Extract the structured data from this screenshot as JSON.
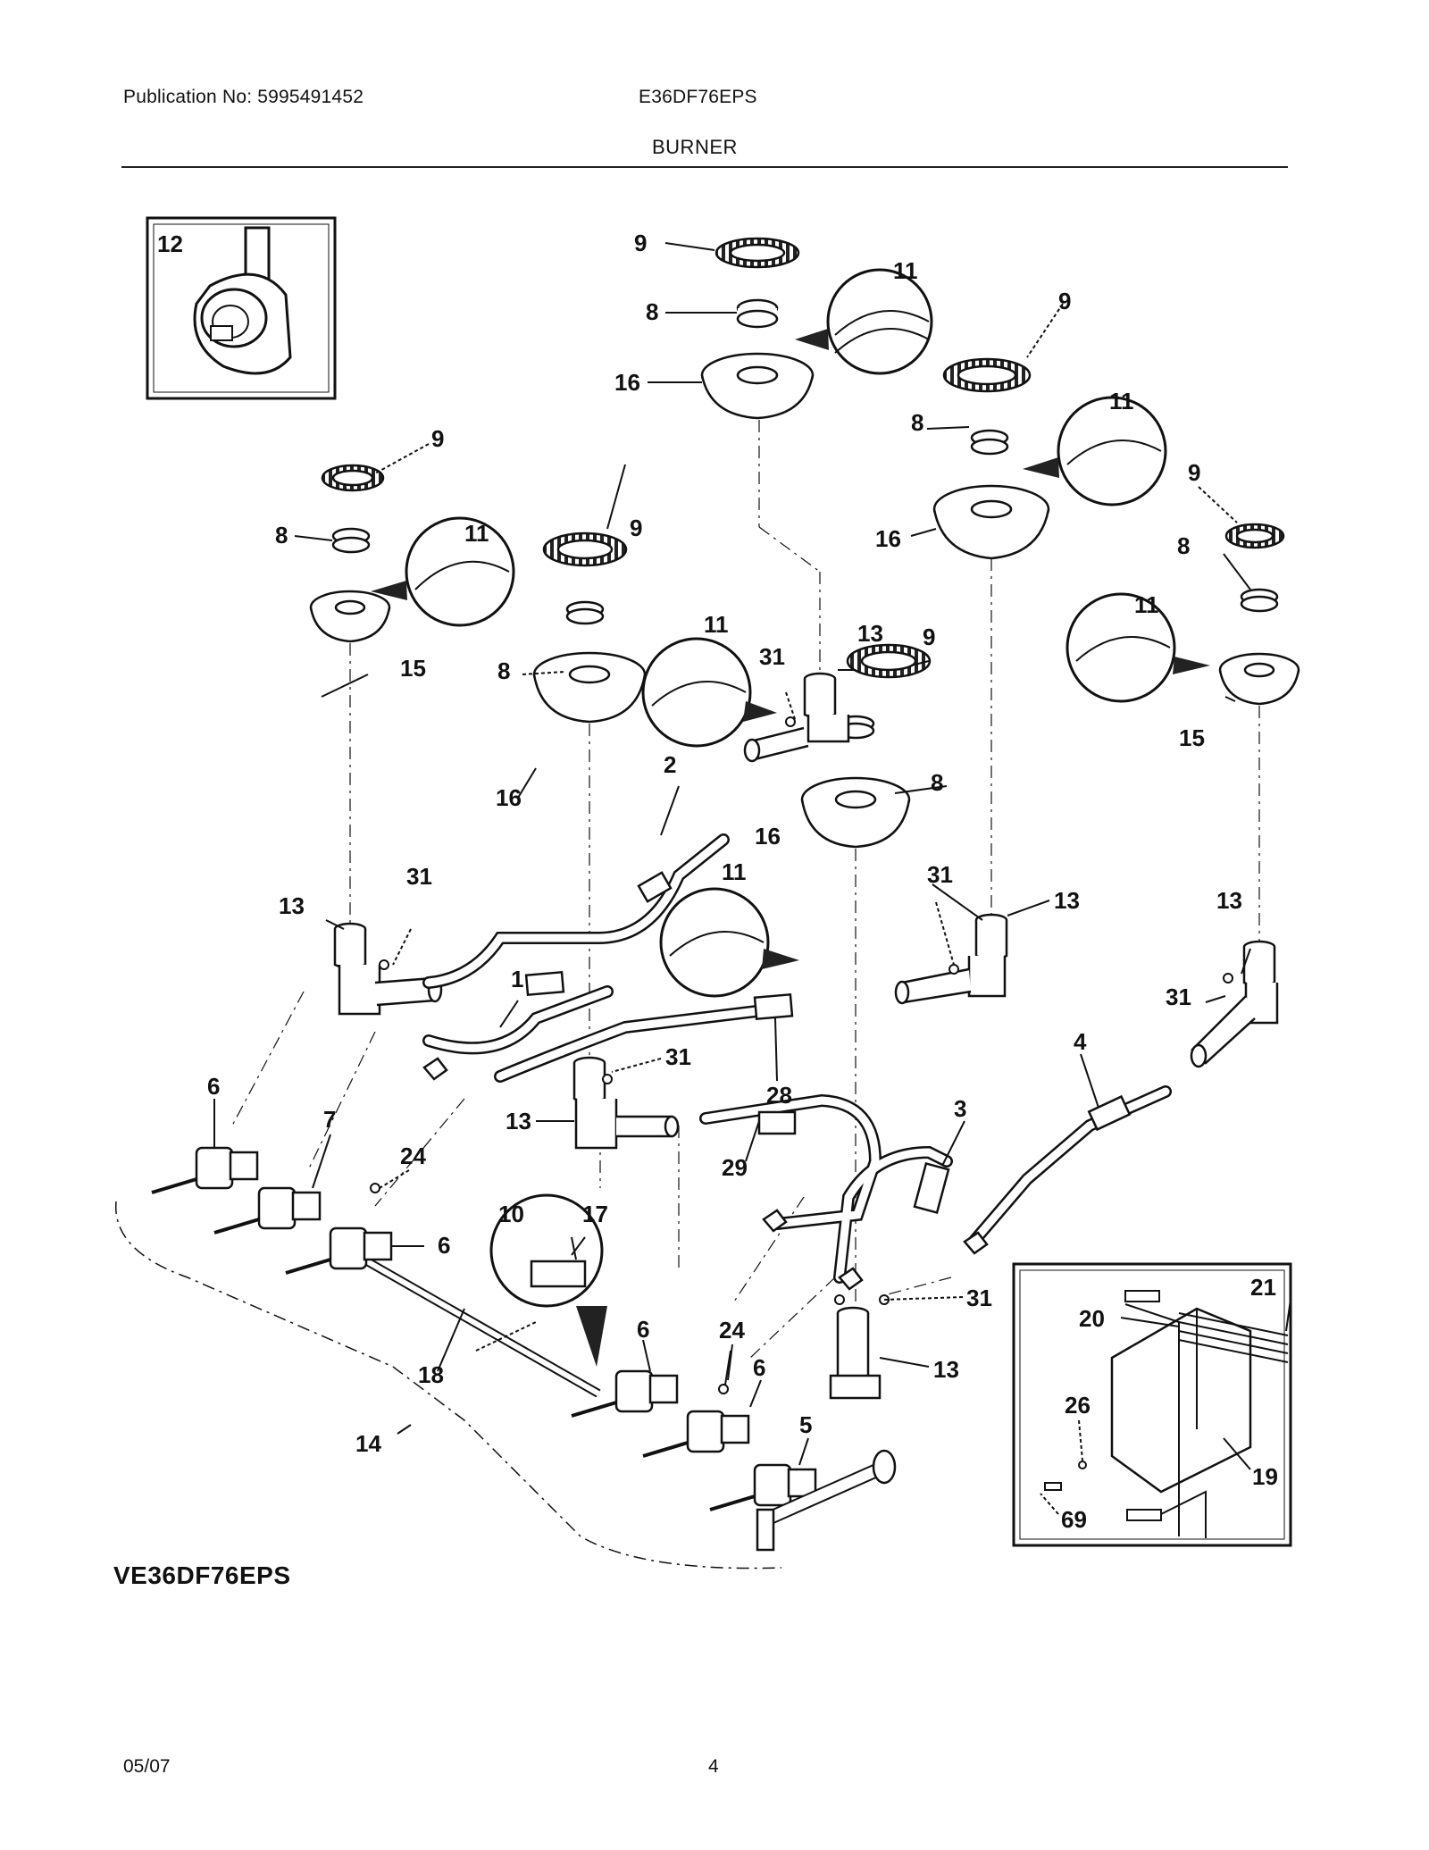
{
  "header": {
    "publication": "Publication No: 5995491452",
    "model": "E36DF76EPS",
    "section_title": "BURNER"
  },
  "diagram": {
    "callouts": [
      {
        "id": "c12",
        "text": "12"
      },
      {
        "id": "c9a",
        "text": "9"
      },
      {
        "id": "c8a",
        "text": "8"
      },
      {
        "id": "c11a",
        "text": "11"
      },
      {
        "id": "c16a",
        "text": "16"
      },
      {
        "id": "c9b",
        "text": "9"
      },
      {
        "id": "c11b",
        "text": "11"
      },
      {
        "id": "c8b",
        "text": "8"
      },
      {
        "id": "c16b",
        "text": "16"
      },
      {
        "id": "c9c",
        "text": "9"
      },
      {
        "id": "c8c",
        "text": "8"
      },
      {
        "id": "c11c",
        "text": "11"
      },
      {
        "id": "c15a",
        "text": "15"
      },
      {
        "id": "c9d",
        "text": "9"
      },
      {
        "id": "c11d",
        "text": "11"
      },
      {
        "id": "c8d",
        "text": "8"
      },
      {
        "id": "c16c",
        "text": "16"
      },
      {
        "id": "c31a",
        "text": "31"
      },
      {
        "id": "c13a",
        "text": "13"
      },
      {
        "id": "c9e",
        "text": "9"
      },
      {
        "id": "c9f",
        "text": "9"
      },
      {
        "id": "c8e",
        "text": "8"
      },
      {
        "id": "c11e",
        "text": "11"
      },
      {
        "id": "c15b",
        "text": "15"
      },
      {
        "id": "c2",
        "text": "2"
      },
      {
        "id": "c8f",
        "text": "8"
      },
      {
        "id": "c16d",
        "text": "16"
      },
      {
        "id": "c11f",
        "text": "11"
      },
      {
        "id": "c31b",
        "text": "31"
      },
      {
        "id": "c13b",
        "text": "13"
      },
      {
        "id": "c31c",
        "text": "31"
      },
      {
        "id": "c13c",
        "text": "13"
      },
      {
        "id": "c13d",
        "text": "13"
      },
      {
        "id": "c1",
        "text": "1"
      },
      {
        "id": "c31d",
        "text": "31"
      },
      {
        "id": "c28",
        "text": "28"
      },
      {
        "id": "c4",
        "text": "4"
      },
      {
        "id": "c31e",
        "text": "31"
      },
      {
        "id": "c13e",
        "text": "13"
      },
      {
        "id": "c6a",
        "text": "6"
      },
      {
        "id": "c7",
        "text": "7"
      },
      {
        "id": "c24a",
        "text": "24"
      },
      {
        "id": "c29",
        "text": "29"
      },
      {
        "id": "c3",
        "text": "3"
      },
      {
        "id": "c10",
        "text": "10"
      },
      {
        "id": "c17",
        "text": "17"
      },
      {
        "id": "c6b",
        "text": "6"
      },
      {
        "id": "c21",
        "text": "21"
      },
      {
        "id": "c20",
        "text": "20"
      },
      {
        "id": "c31f",
        "text": "31"
      },
      {
        "id": "c13f",
        "text": "13"
      },
      {
        "id": "c6c",
        "text": "6"
      },
      {
        "id": "c24b",
        "text": "24"
      },
      {
        "id": "c18",
        "text": "18"
      },
      {
        "id": "c6d",
        "text": "6"
      },
      {
        "id": "c26",
        "text": "26"
      },
      {
        "id": "c5",
        "text": "5"
      },
      {
        "id": "c14",
        "text": "14"
      },
      {
        "id": "c19",
        "text": "19"
      },
      {
        "id": "c69",
        "text": "69"
      }
    ]
  },
  "model_label": "VE36DF76EPS",
  "footer": {
    "date": "05/07",
    "page": "4"
  }
}
